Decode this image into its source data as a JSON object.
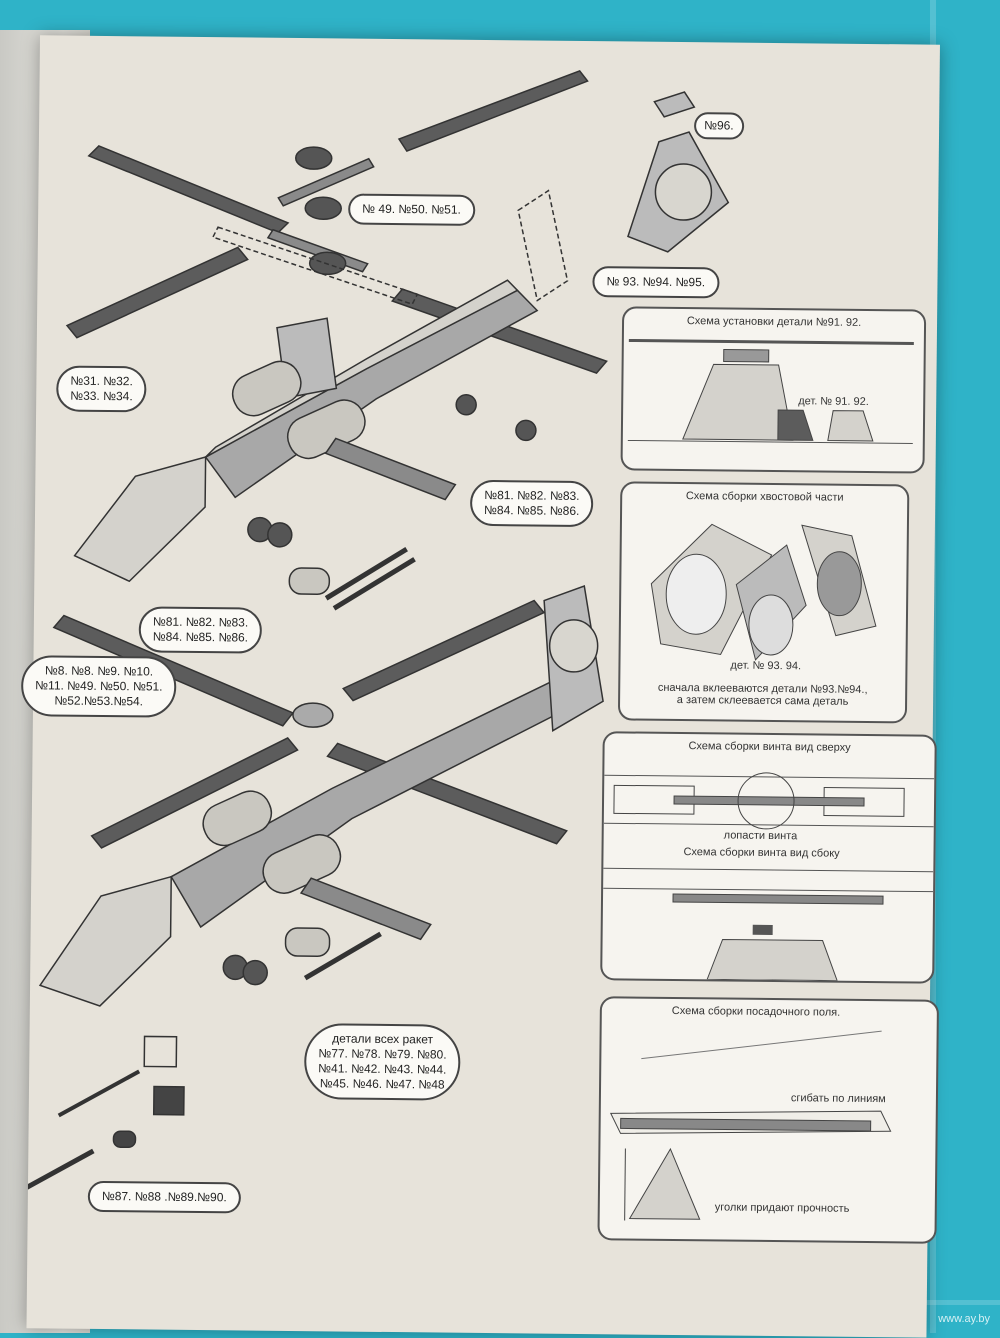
{
  "labels": {
    "rotor_top": "№ 49. №50. №51.",
    "fin_top": "№96.",
    "fin_bottom": "№ 93. №94. №95.",
    "winglet_top": "№31. №32.\n№33. №34.",
    "gear_top": "№81. №82. №83.\n№84. №85. №86.",
    "rocket_top": "№81. №82. №83.\n№84. №85. №86.",
    "rotor_bottom": "№8. №8. №9. №10.\n№11. №49. №50. №51.\n№52.№53.№54.",
    "rockets_all": "детали всех ракет\n№77. №78. №79. №80.\n№41. №42. №43. №44.\n№45. №46. №47. №48",
    "cannon": "№87. №88 .№89.№90."
  },
  "panels": {
    "p1_title": "Схема установки детали №91. 92.",
    "p1_note": "дет. № 91. 92.",
    "p2_title": "Схема сборки хвостовой части",
    "p2_note": "дет. № 93. 94.",
    "p2_caption": "сначала вклееваются детали №93.№94.,\nа затем склеевается сама деталь",
    "p3_title": "Схема  сборки винта вид сверху",
    "p3_note": "лопасти винта",
    "p3_title2": "Схема  сборки винта вид сбоку",
    "p4_title": "Схема сборки посадочного поля.",
    "p4_note1": "сгибать по линиям",
    "p4_note2": "уголки придают прочность"
  },
  "watermark": "www.ay.by",
  "colors": {
    "mat": "#2fb3c8",
    "paper": "#e7e3da",
    "ink": "#444444",
    "dark_part": "#5c5c5c",
    "mid_part": "#a8a8a8",
    "light_part": "#d4d2cc"
  }
}
